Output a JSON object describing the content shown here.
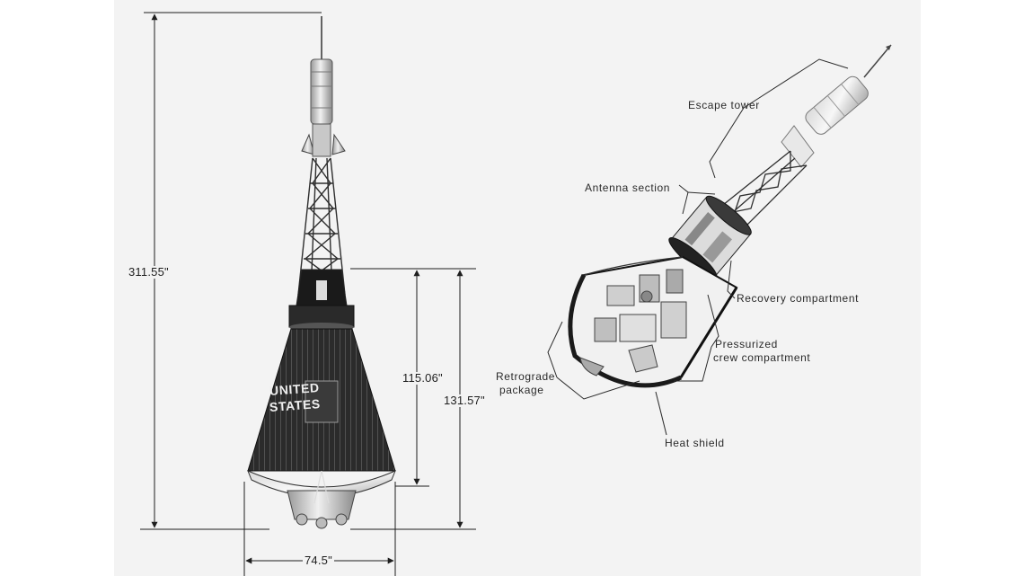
{
  "dimensions": {
    "total_height": "311.55\"",
    "capsule_height": "115.06\"",
    "capsule_height_with_shield": "131.57\"",
    "base_diameter": "74.5\""
  },
  "capsule_markings": {
    "line1": "UNITED",
    "line2": "STATES"
  },
  "callouts": {
    "escape_tower": "Escape tower",
    "antenna_section": "Antenna section",
    "recovery_compartment": "Recovery compartment",
    "pressurized_crew_compartment_line1": "Pressurized",
    "pressurized_crew_compartment_line2": "crew compartment",
    "retrograde_package_line1": "Retrograde",
    "retrograde_package_line2": "package",
    "heat_shield": "Heat shield"
  },
  "colors": {
    "photo_background": "#f3f3f3",
    "page_background": "#ffffff",
    "ink": "#1e1e1e"
  }
}
